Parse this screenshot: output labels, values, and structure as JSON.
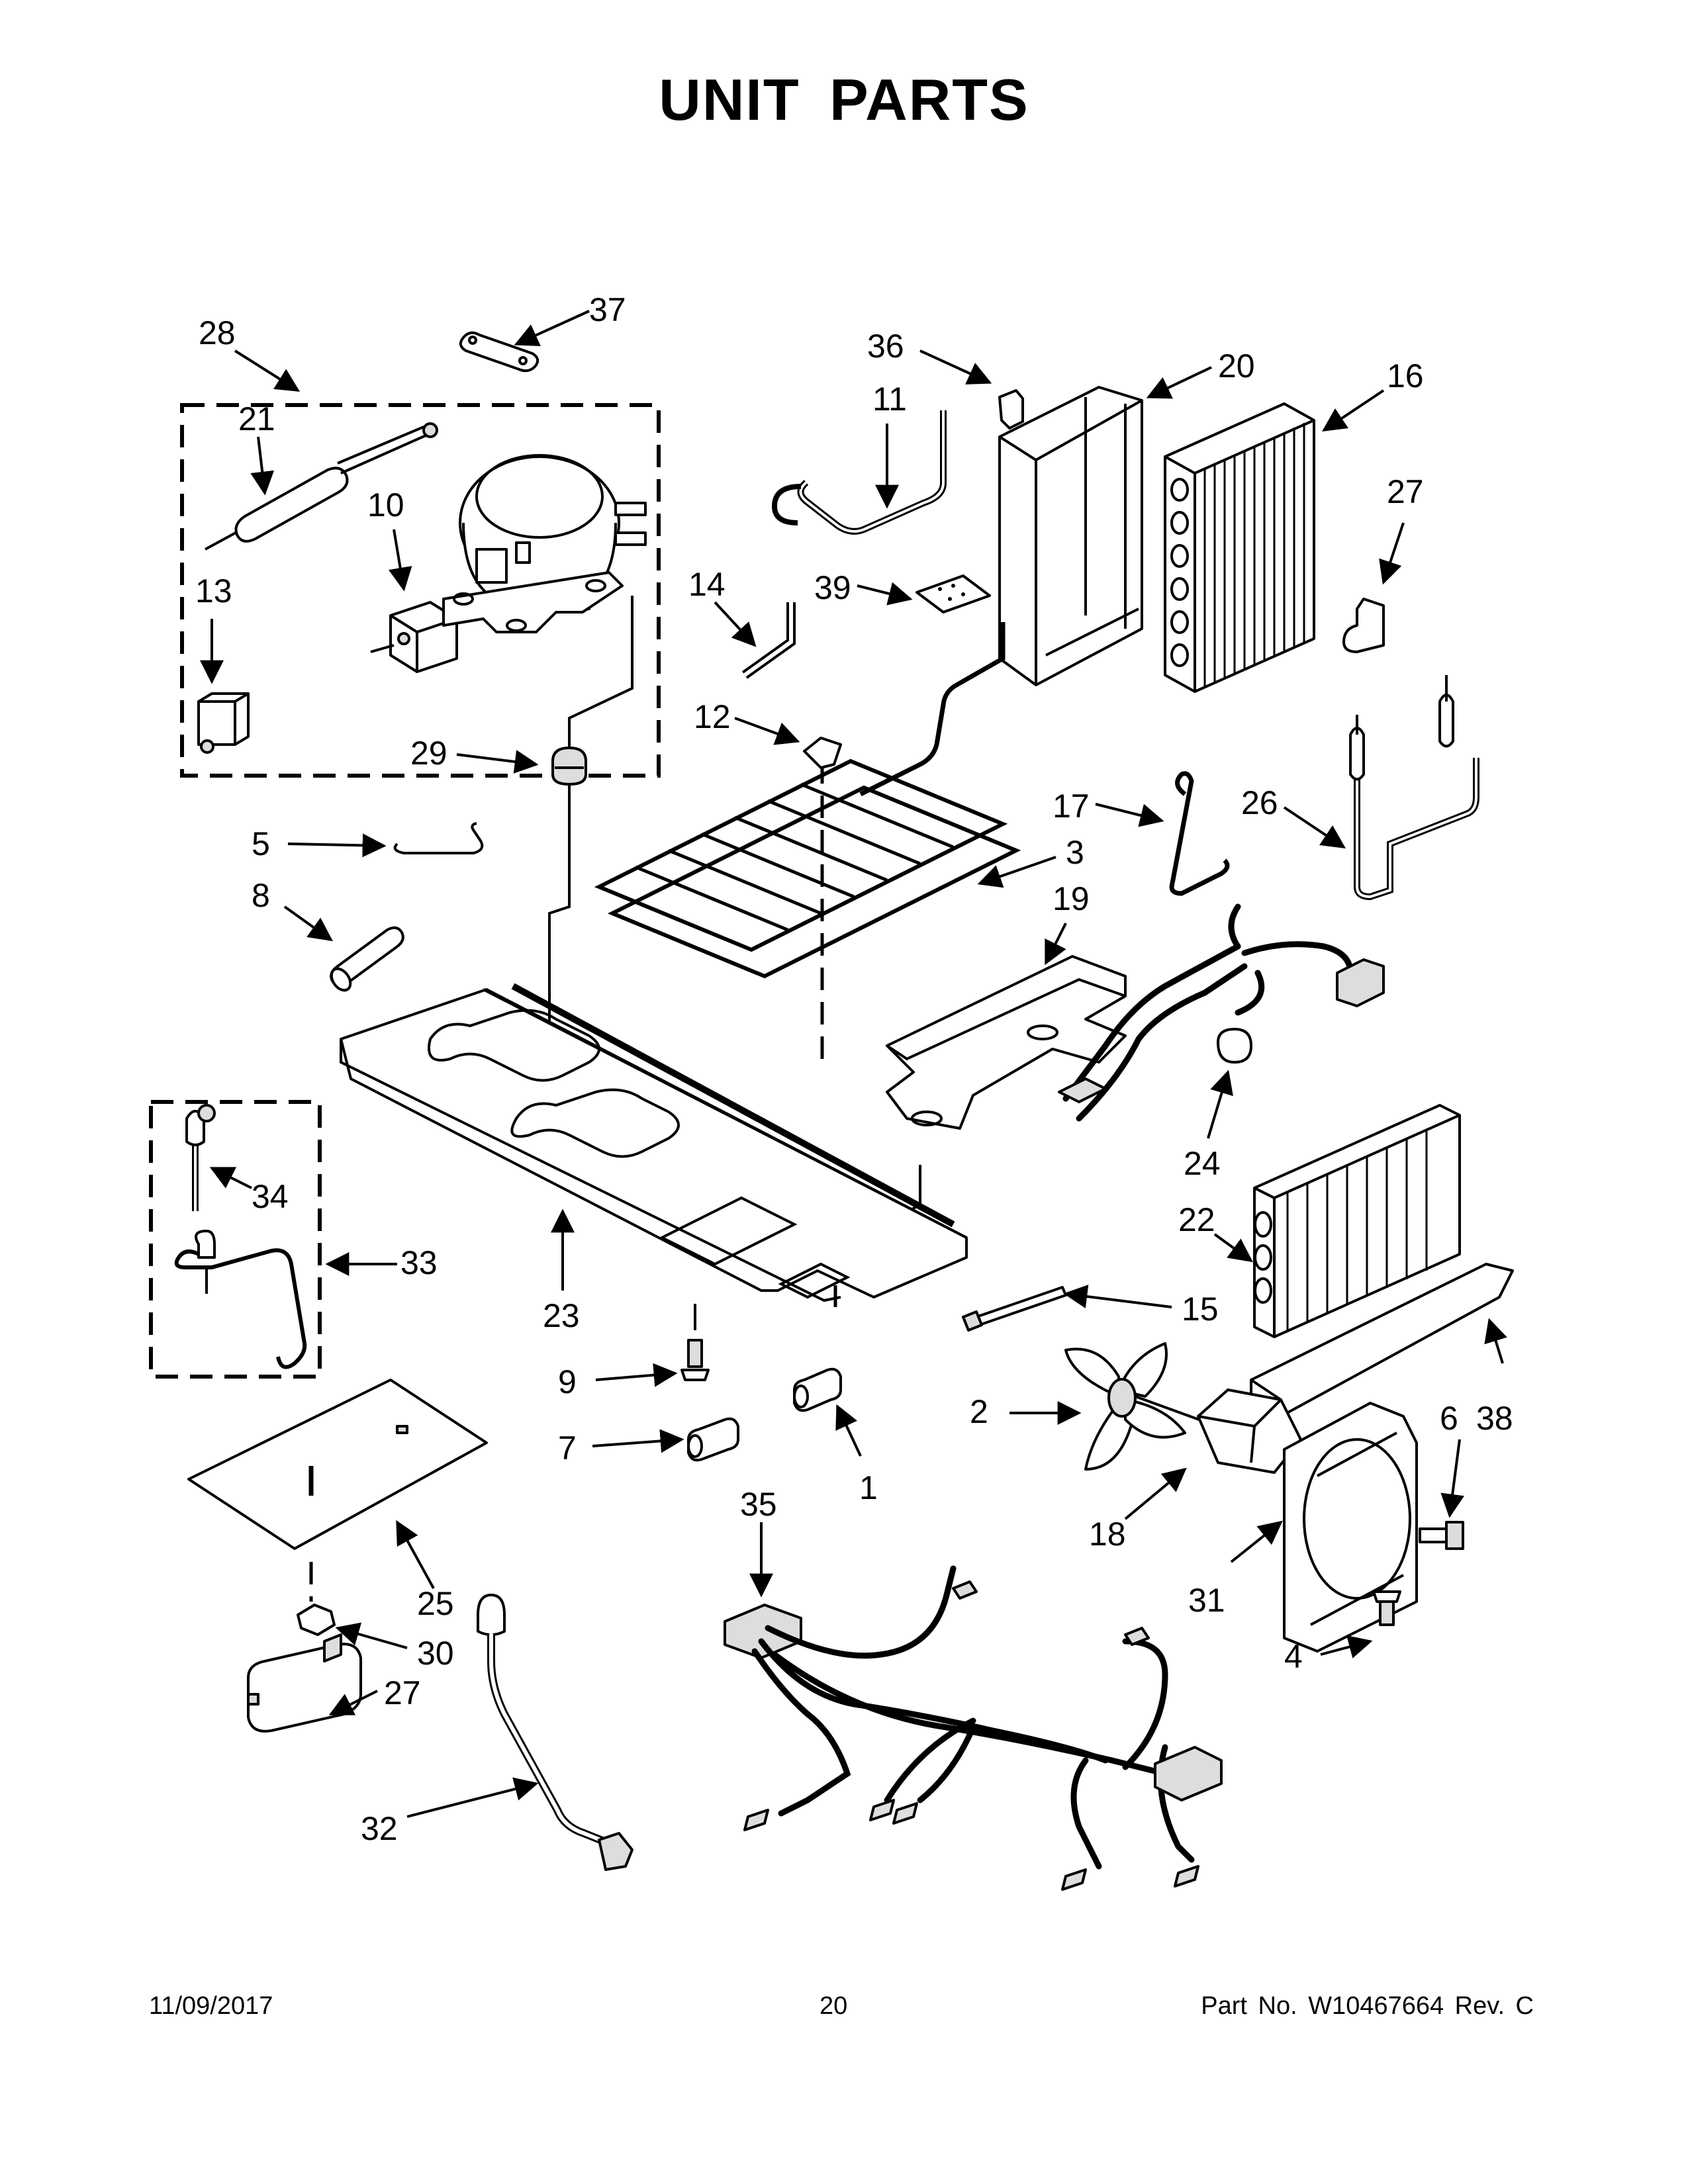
{
  "page": {
    "title": "UNIT PARTS",
    "footer": {
      "date": "11/09/2017",
      "page_number": "20",
      "part_number": "Part No.  W10467664  Rev.  C"
    }
  },
  "callouts": [
    {
      "id": "c1",
      "label": "1"
    },
    {
      "id": "c2",
      "label": "2"
    },
    {
      "id": "c3",
      "label": "3"
    },
    {
      "id": "c4",
      "label": "4"
    },
    {
      "id": "c5",
      "label": "5"
    },
    {
      "id": "c6",
      "label": "6"
    },
    {
      "id": "c7",
      "label": "7"
    },
    {
      "id": "c8",
      "label": "8"
    },
    {
      "id": "c9",
      "label": "9"
    },
    {
      "id": "c10",
      "label": "10"
    },
    {
      "id": "c11",
      "label": "11"
    },
    {
      "id": "c12",
      "label": "12"
    },
    {
      "id": "c13",
      "label": "13"
    },
    {
      "id": "c14",
      "label": "14"
    },
    {
      "id": "c15",
      "label": "15"
    },
    {
      "id": "c16",
      "label": "16"
    },
    {
      "id": "c17",
      "label": "17"
    },
    {
      "id": "c18",
      "label": "18"
    },
    {
      "id": "c19",
      "label": "19"
    },
    {
      "id": "c20",
      "label": "20"
    },
    {
      "id": "c21",
      "label": "21"
    },
    {
      "id": "c22",
      "label": "22"
    },
    {
      "id": "c23",
      "label": "23"
    },
    {
      "id": "c24",
      "label": "24"
    },
    {
      "id": "c25",
      "label": "25"
    },
    {
      "id": "c26",
      "label": "26"
    },
    {
      "id": "c27a",
      "label": "27"
    },
    {
      "id": "c27b",
      "label": "27"
    },
    {
      "id": "c28",
      "label": "28"
    },
    {
      "id": "c29",
      "label": "29"
    },
    {
      "id": "c30",
      "label": "30"
    },
    {
      "id": "c31",
      "label": "31"
    },
    {
      "id": "c32",
      "label": "32"
    },
    {
      "id": "c33",
      "label": "33"
    },
    {
      "id": "c34",
      "label": "34"
    },
    {
      "id": "c35",
      "label": "35"
    },
    {
      "id": "c36",
      "label": "36"
    },
    {
      "id": "c37",
      "label": "37"
    },
    {
      "id": "c38",
      "label": "38"
    },
    {
      "id": "c39",
      "label": "39"
    }
  ]
}
